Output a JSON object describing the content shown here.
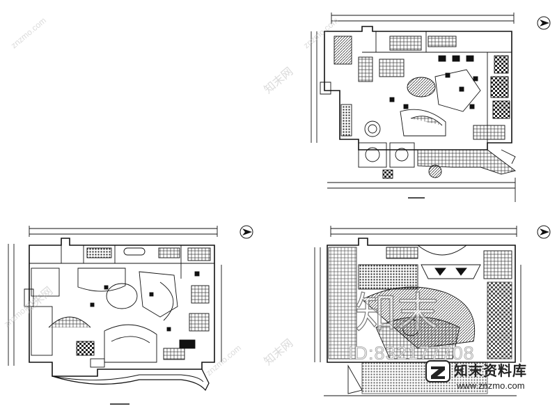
{
  "drawing": {
    "title": "",
    "plans": [
      {
        "id": "plan-top-right",
        "label": ""
      },
      {
        "id": "plan-bottom-left",
        "label": ""
      },
      {
        "id": "plan-bottom-right",
        "label": ""
      }
    ]
  },
  "watermark": {
    "site_cn": "知末网",
    "site_en": "znzmo.com",
    "overlay_big": "知末",
    "id_text": "ID:832177708"
  },
  "brand": {
    "name_cn": "知末资料库",
    "url": "www.znzmo.com"
  },
  "colors": {
    "line": "#1a1a1a",
    "watermark": "#bdbdbd",
    "background": "#ffffff"
  }
}
